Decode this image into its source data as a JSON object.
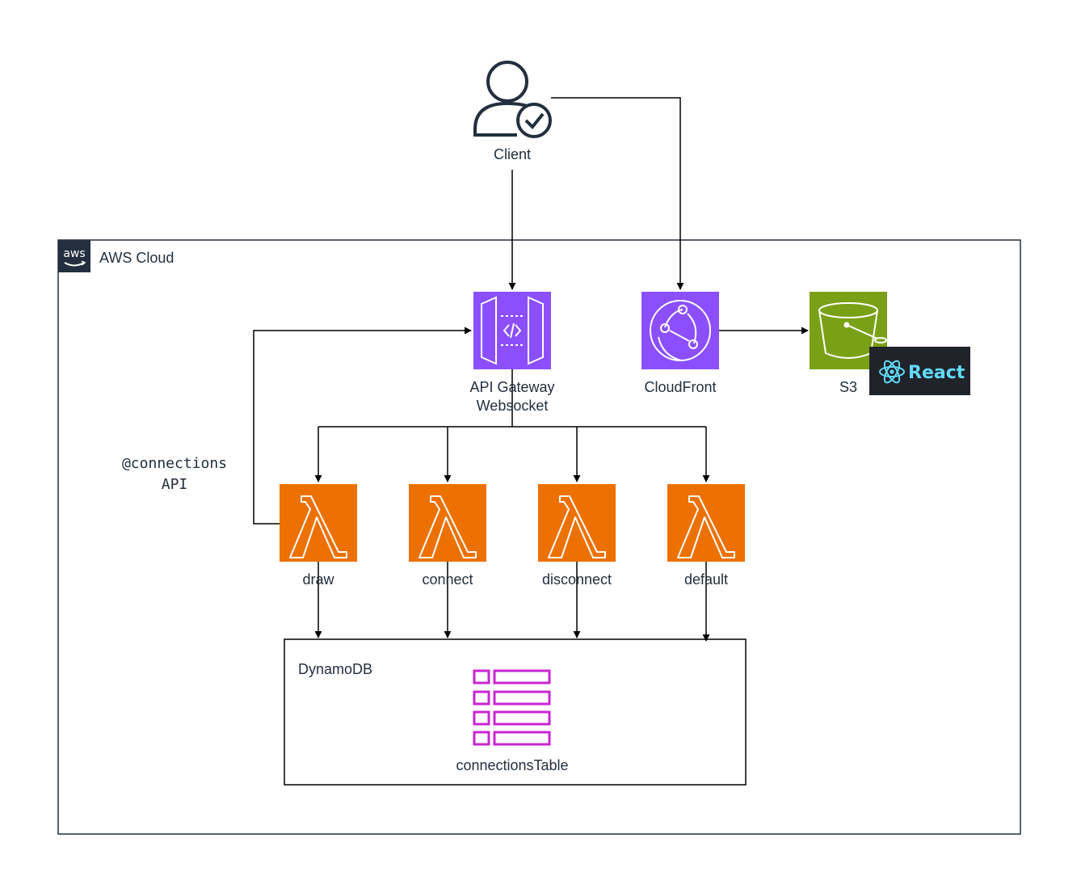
{
  "client": {
    "label": "Client"
  },
  "cloud": {
    "label": "AWS Cloud",
    "logo_text": "aws"
  },
  "api_gateway": {
    "line1": "API Gateway",
    "line2": "Websocket"
  },
  "cloudfront": {
    "label": "CloudFront"
  },
  "s3": {
    "label": "S3"
  },
  "react_badge": {
    "label": "React"
  },
  "connections_api": {
    "line1": "@connections",
    "line2": "API"
  },
  "lambdas": [
    {
      "label": "draw"
    },
    {
      "label": "connect"
    },
    {
      "label": "disconnect"
    },
    {
      "label": "default"
    }
  ],
  "dynamodb": {
    "title": "DynamoDB",
    "table_label": "connectionsTable"
  },
  "colors": {
    "lambda_orange": "#ed7100",
    "api_gateway_purple": "#8c4fff",
    "s3_green": "#7aa116",
    "dynamodb_magenta": "#c925d1",
    "aws_dark": "#232f3e",
    "react_bg": "#20232a",
    "react_cyan": "#61dafb"
  }
}
